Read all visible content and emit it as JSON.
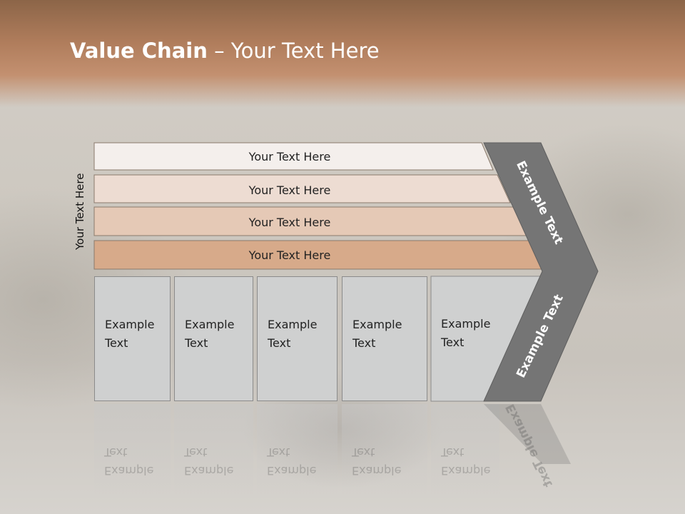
{
  "title": {
    "bold": "Value Chain",
    "rest": " – Your Text Here"
  },
  "vertical_label": "Your Text Here",
  "rows": [
    {
      "label": "Your Text Here"
    },
    {
      "label": "Your Text Here"
    },
    {
      "label": "Your Text Here"
    },
    {
      "label": "Your Text Here"
    }
  ],
  "columns": [
    {
      "line1": "Example",
      "line2": "Text"
    },
    {
      "line1": "Example",
      "line2": "Text"
    },
    {
      "line1": "Example",
      "line2": "Text"
    },
    {
      "line1": "Example",
      "line2": "Text"
    },
    {
      "line1": "Example",
      "line2": "Text"
    }
  ],
  "chevron": {
    "upper": "Example Text",
    "lower": "Example Text"
  },
  "colors": {
    "row1": "#f4efec",
    "row2": "#eddcd2",
    "row3": "#e5c9b6",
    "row4": "#d7aa8a",
    "chevron": "#757575",
    "column": "#cfd0d0"
  }
}
